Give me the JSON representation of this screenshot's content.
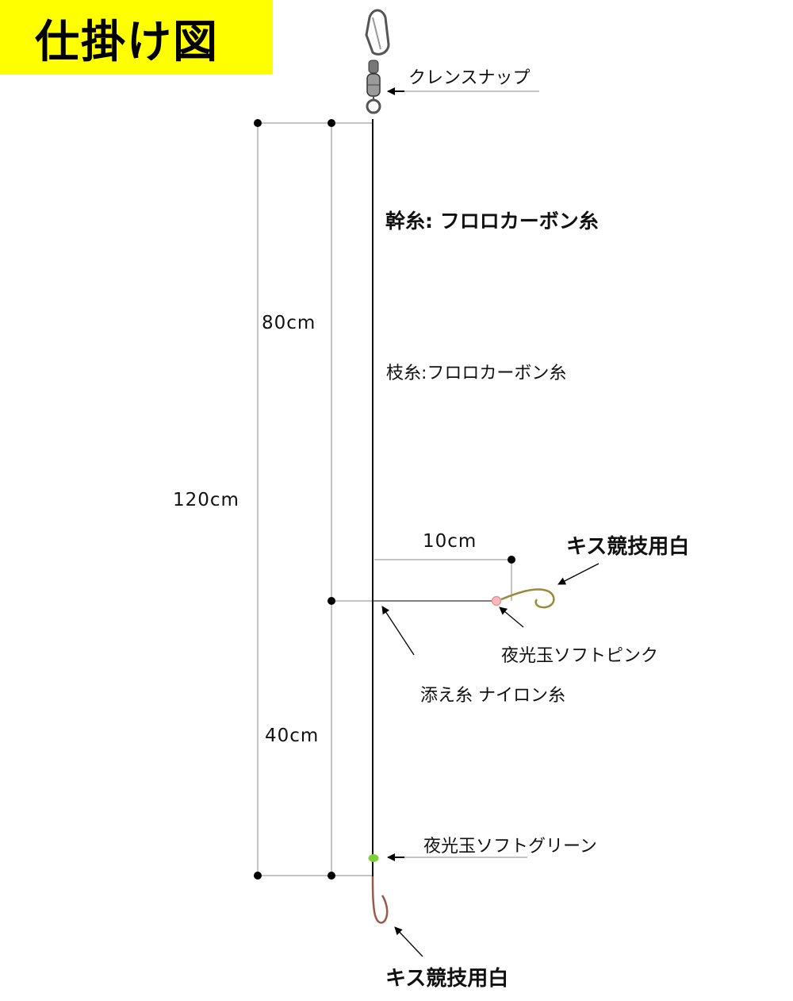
{
  "title": "仕掛け図",
  "labels": {
    "snap": "クレンスナップ",
    "main_line": "幹糸:  フロロカーボン糸",
    "branch_line": "枝糸:フロロカーボン糸",
    "hook_upper": "キス競技用白",
    "bead_upper": "夜光玉ソフトピンク",
    "support_line": "添え糸 ナイロン糸",
    "bead_lower": "夜光玉ソフトグリーン",
    "hook_lower": "キス競技用白"
  },
  "dimensions": {
    "total": "120cm",
    "upper": "80cm",
    "lower": "40cm",
    "branch": "10cm"
  },
  "colors": {
    "banner": "#ffff00",
    "main_line": "#111111",
    "dimension_line": "#888888",
    "pink_bead": "#f7b8c6",
    "green_bead": "#7fce3a",
    "hook_upper": "#9a8a3a",
    "hook_lower": "#9a5a4a"
  },
  "icons": [
    "snap-swivel-icon",
    "hook-icon",
    "bead-icon",
    "arrow-icon"
  ]
}
